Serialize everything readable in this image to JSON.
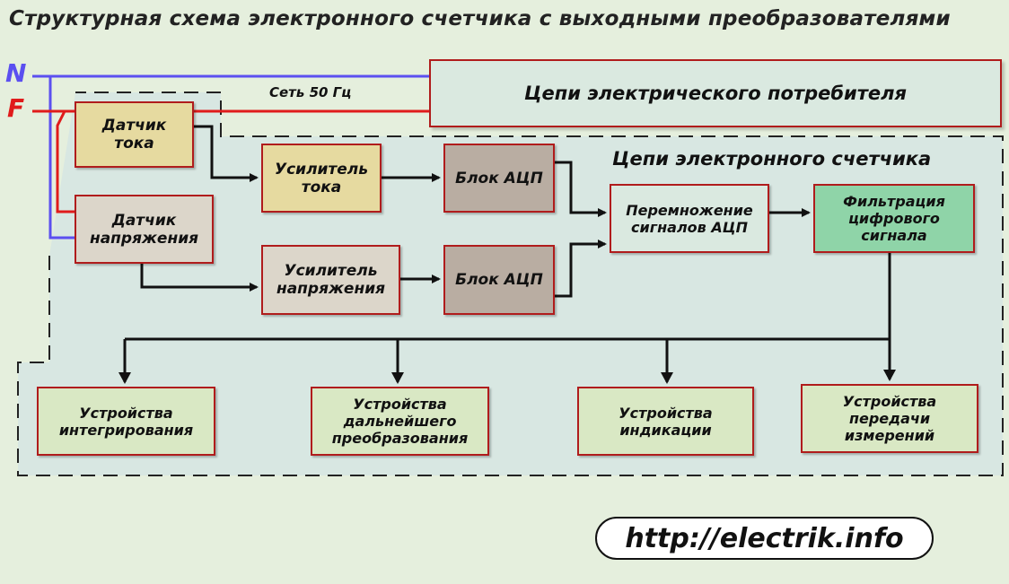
{
  "title": "Структурная схема электронного счетчика с выходными преобразователями",
  "wires": {
    "neutral": "N",
    "phase": "F"
  },
  "network_label": "Сеть 50 Гц",
  "consumer": "Цепи электрического потребителя",
  "meter_region": "Цепи электронного счетчика",
  "blocks": {
    "current_sensor": "Датчик\nтока",
    "voltage_sensor": "Датчик\nнапряжения",
    "current_amp": "Усилитель\nтока",
    "voltage_amp": "Усилитель\nнапряжения",
    "adc_top": "Блок АЦП",
    "adc_bottom": "Блок АЦП",
    "multiply": "Перемножение\nсигналов АЦП",
    "filter": "Фильтрация\nцифрового\nсигнала",
    "integration": "Устройства\nинтегрирования",
    "conversion": "Устройства\nдальнейшего\nпреобразования",
    "indication": "Устройства\nиндикации",
    "transmission": "Устройства\nпередачи\nизмерений"
  },
  "colors": {
    "neutral_wire": "#5b4ff0",
    "phase_wire": "#e01b1b",
    "box_border": "#b01c1c",
    "sensor_current_fill": "#e6daa0",
    "sensor_voltage_fill": "#dcd6ca",
    "adc_fill": "#b9ada2",
    "filter_fill": "#8fd4a8",
    "output_fill": "#d9e8c4",
    "region_fill": "#d8e7e2",
    "consumer_fill": "#dae9e0"
  },
  "footer_url": "http://electrik.info"
}
